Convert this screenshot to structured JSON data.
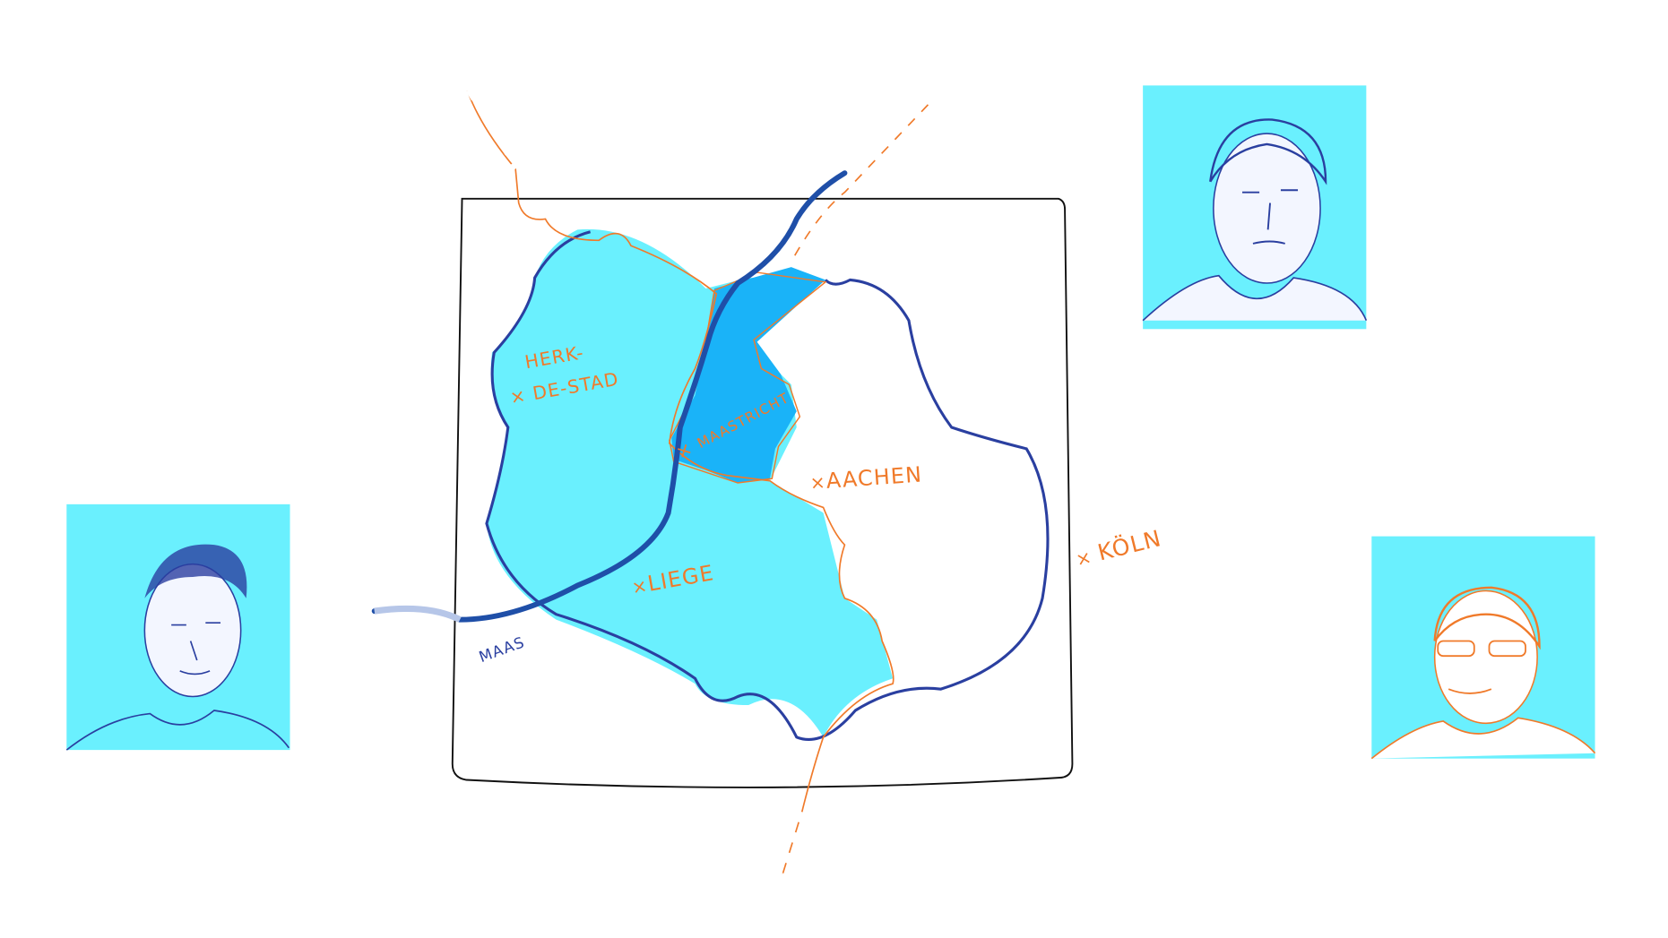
{
  "map": {
    "labels": {
      "herk_line1": "HERK-",
      "herk_line2": "DE-STAD",
      "maastricht": "MAASTRICHT",
      "aachen": "AACHEN",
      "liege": "LIEGE",
      "koln": "KÖLN",
      "river": "MAAS"
    },
    "colors": {
      "region_fill": "#6af0fe",
      "maastricht_fill": "#1ab3f8",
      "outline": "#2a3fa0",
      "border_line": "#f07a2a",
      "river": "#1f4fa8",
      "frame": "#111111"
    }
  },
  "portraits": [
    {
      "id": "left",
      "line_color": "#2a3fa0",
      "background": "#6af0fe"
    },
    {
      "id": "top-right",
      "line_color": "#2a3fa0",
      "background": "#6af0fe"
    },
    {
      "id": "bottom-right",
      "line_color": "#f07a2a",
      "background": "#6af0fe"
    }
  ]
}
